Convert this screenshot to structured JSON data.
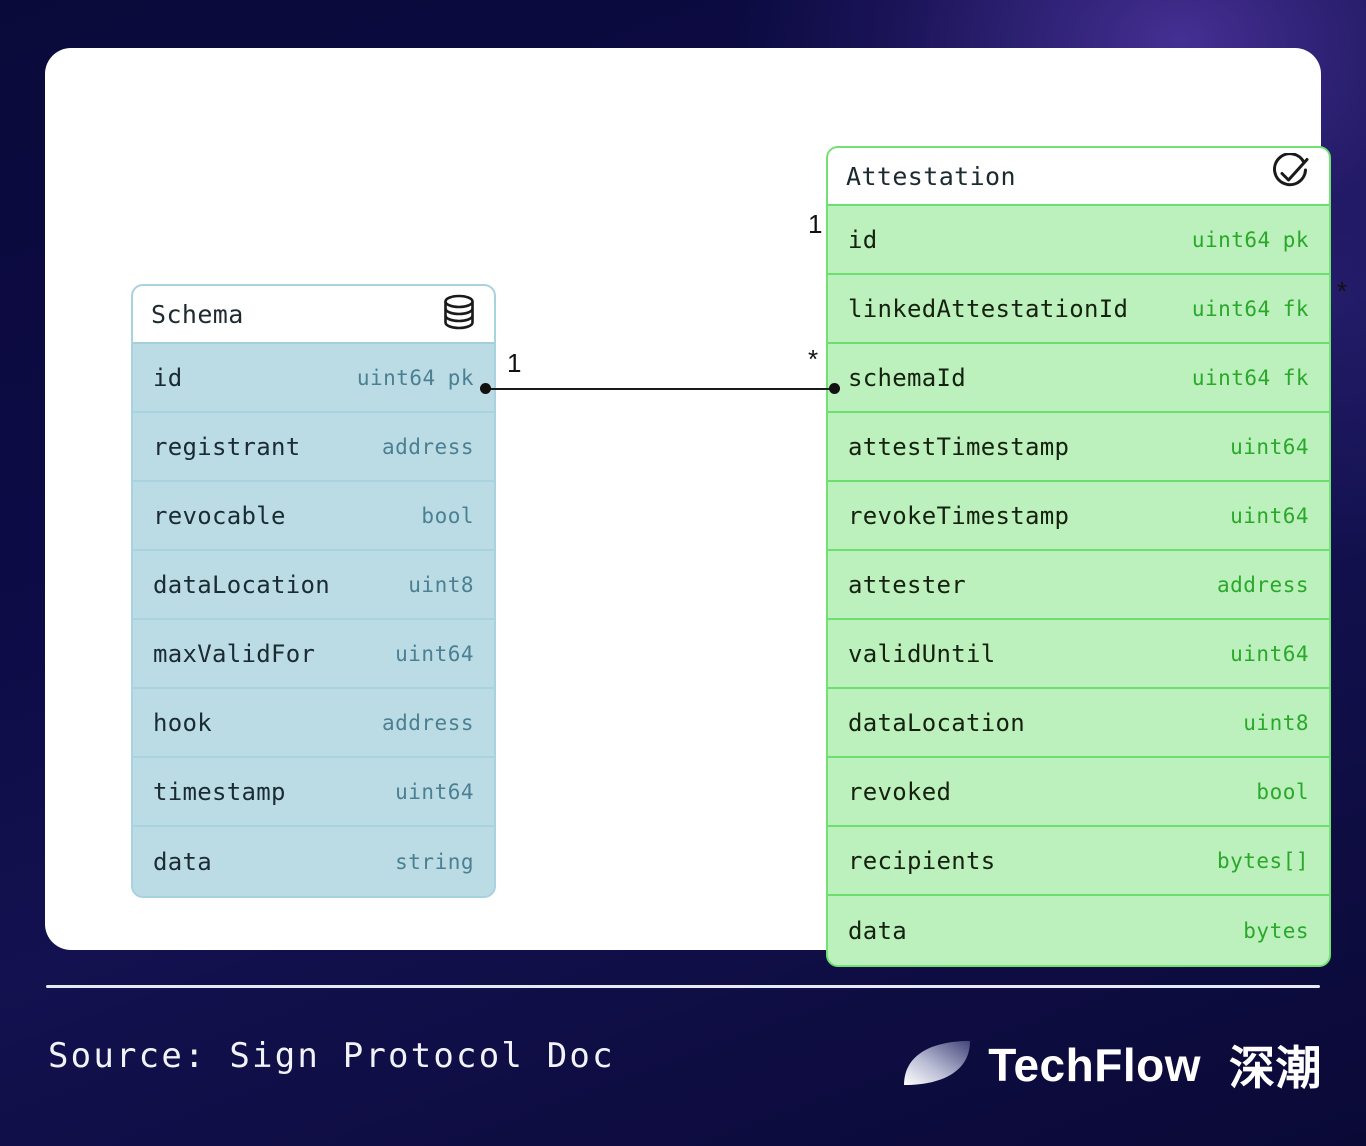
{
  "background": {
    "base_color": "#0b0b3d",
    "glow_color": "#4e36a0"
  },
  "diagram": {
    "card_color": "#ffffff",
    "entities": [
      {
        "name": "Schema",
        "icon": "database-icon",
        "accent": "#bcdce5",
        "border": "#a8d2de",
        "type_color": "#4b7f92",
        "fields": [
          {
            "name": "id",
            "type": "uint64",
            "key": "pk"
          },
          {
            "name": "registrant",
            "type": "address",
            "key": ""
          },
          {
            "name": "revocable",
            "type": "bool",
            "key": ""
          },
          {
            "name": "dataLocation",
            "type": "uint8",
            "key": ""
          },
          {
            "name": "maxValidFor",
            "type": "uint64",
            "key": ""
          },
          {
            "name": "hook",
            "type": "address",
            "key": ""
          },
          {
            "name": "timestamp",
            "type": "uint64",
            "key": ""
          },
          {
            "name": "data",
            "type": "string",
            "key": ""
          }
        ]
      },
      {
        "name": "Attestation",
        "icon": "check-circle-icon",
        "accent": "#bcf0bc",
        "border": "#71e271",
        "type_color": "#2aa82a",
        "fields": [
          {
            "name": "id",
            "type": "uint64",
            "key": "pk"
          },
          {
            "name": "linkedAttestationId",
            "type": "uint64",
            "key": "fk"
          },
          {
            "name": "schemaId",
            "type": "uint64",
            "key": "fk"
          },
          {
            "name": "attestTimestamp",
            "type": "uint64",
            "key": ""
          },
          {
            "name": "revokeTimestamp",
            "type": "uint64",
            "key": ""
          },
          {
            "name": "attester",
            "type": "address",
            "key": ""
          },
          {
            "name": "validUntil",
            "type": "uint64",
            "key": ""
          },
          {
            "name": "dataLocation",
            "type": "uint8",
            "key": ""
          },
          {
            "name": "revoked",
            "type": "bool",
            "key": ""
          },
          {
            "name": "recipients",
            "type": "bytes[]",
            "key": ""
          },
          {
            "name": "data",
            "type": "bytes",
            "key": ""
          }
        ]
      }
    ],
    "relationships": [
      {
        "from": "Schema.id",
        "to": "Attestation.schemaId",
        "from_cardinality": "1",
        "to_cardinality": "*"
      },
      {
        "from": "Attestation.id",
        "to": "Attestation.linkedAttestationId",
        "from_cardinality": "1",
        "to_cardinality": "*"
      }
    ],
    "cardinality_labels": {
      "schema_one": "1",
      "schemaid_star": "*",
      "self_one": "1",
      "self_star": "*"
    }
  },
  "footer": {
    "source": "Source: Sign Protocol Doc",
    "brand_name": "TechFlow",
    "brand_cn": "深潮"
  }
}
